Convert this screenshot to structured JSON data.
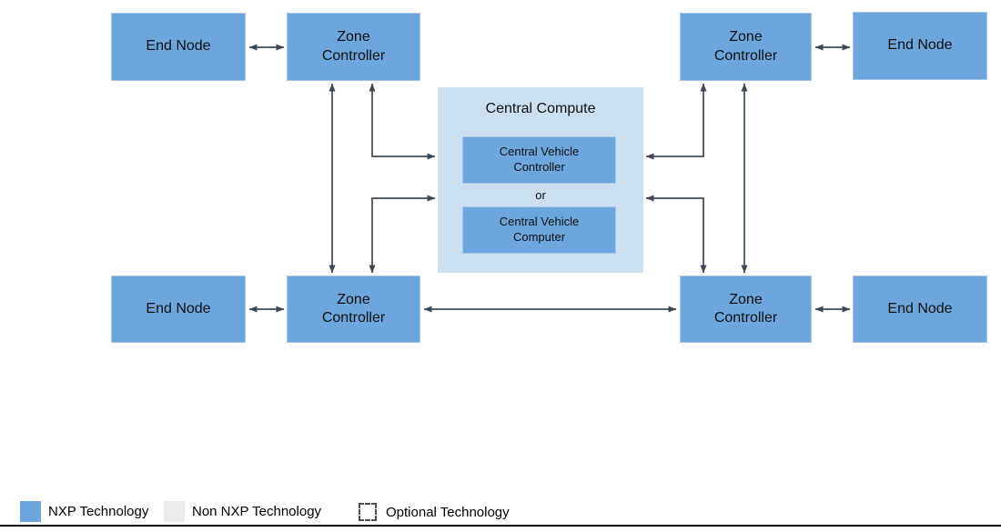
{
  "colors": {
    "nxp_blue": "#6CA6DC",
    "central_light_blue": "#CBDFF1",
    "non_nxp_gray": "#E9EDEF",
    "arrow": "#3D4A55"
  },
  "diagram": {
    "end_node_label": "End Node",
    "zone_controller_label": "Zone\nController",
    "central_compute": {
      "title": "Central Compute",
      "option_a": "Central Vehicle\nController",
      "or_label": "or",
      "option_b": "Central Vehicle\nComputer"
    }
  },
  "legend": {
    "items": [
      {
        "swatch": "nxp-blue-square",
        "label": "NXP Technology"
      },
      {
        "swatch": "non-nxp-gray-square",
        "label": "Non NXP Technology"
      },
      {
        "swatch": "optional-dashed-square",
        "label": "Optional Technology"
      }
    ]
  }
}
